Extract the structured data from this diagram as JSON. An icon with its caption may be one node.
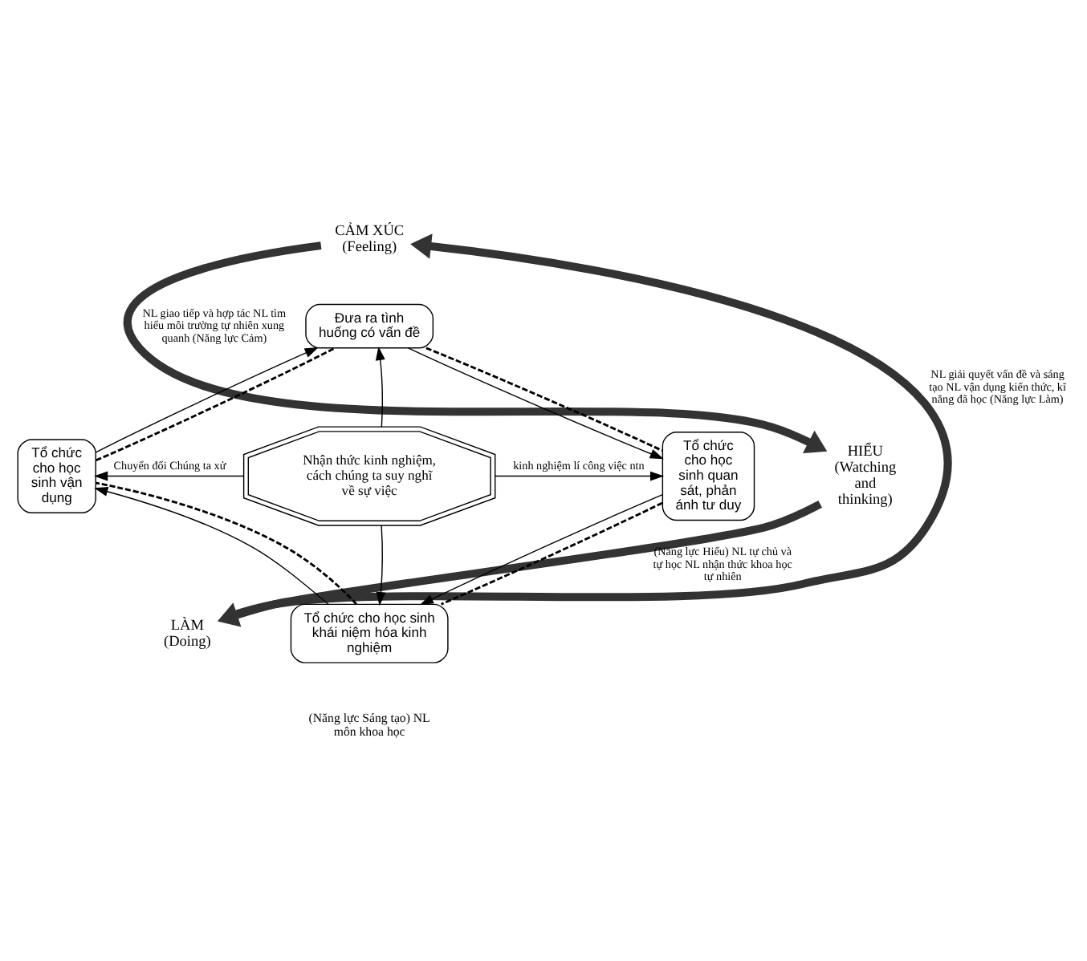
{
  "diagram": {
    "nodes": [
      {
        "text": [
          "CẢM XÚC",
          "(Feeling)"
        ]
      },
      {
        "text": [
          "HIỂU",
          "(Watching and thinking)"
        ]
      },
      {
        "text": [
          "LÀM",
          "(Doing)"
        ]
      },
      {
        "text": [
          "Đưa ra tình huống có vấn đề"
        ]
      },
      {
        "text": [
          "Tổ chức cho học sinh quan sát, phản ánh tư duy"
        ]
      },
      {
        "text": [
          "Tổ chức cho học sinh khái niệm hóa kinh nghiệm"
        ]
      },
      {
        "text": [
          "Tổ chức cho học sinh vận dụng"
        ]
      },
      {
        "text": [
          "Nhận thức kinh nghiệm, cách chúng ta suy nghĩ về sự việc"
        ]
      }
    ],
    "edges": [
      {
        "from": 2,
        "to": 0,
        "arrow": "to",
        "style": "thick",
        "label": "NL giải quyết vấn đề và sáng tạo NL vận dụng kiến thức, kĩ năng đã học (Năng lực Làm)"
      },
      {
        "from": 0,
        "to": 1,
        "arrow": "to",
        "style": "thick",
        "label": "NL giao tiếp và hợp tác NL tìm hiểu môi trường tự nhiên xung quanh (Năng lực Cảm)"
      },
      {
        "from": 1,
        "to": 2,
        "arrow": "to",
        "style": "thick",
        "label": "(Năng lực Hiểu) NL tự chủ và tự học NL nhận thức khoa học tự nhiên"
      },
      {
        "from": 6,
        "to": 3,
        "arrow": "to"
      },
      {
        "from": 3,
        "to": 4,
        "arrow": "to"
      },
      {
        "from": 4,
        "to": 5,
        "arrow": "to"
      },
      {
        "from": 5,
        "to": 6,
        "arrow": "to"
      },
      {
        "from": 6,
        "to": 3,
        "arrow": "none",
        "style": "dashed"
      },
      {
        "from": 3,
        "to": 4,
        "arrow": "none",
        "style": "dashed"
      },
      {
        "from": 4,
        "to": 5,
        "arrow": "none",
        "style": "dashed"
      },
      {
        "from": 5,
        "to": 6,
        "arrow": "none",
        "style": "dashed"
      },
      {
        "from": 7,
        "to": 3,
        "arrow": "to"
      },
      {
        "from": 7,
        "to": 5,
        "arrow": "to"
      },
      {
        "from": 7,
        "to": 6,
        "arrow": "to",
        "label": "Chuyển đổi Chúng ta xử"
      },
      {
        "from": 7,
        "to": 4,
        "arrow": "to",
        "label": "kinh nghiệm lí công việc ntn"
      }
    ],
    "labels": [
      "(Năng lực Sáng tạo) NL môn khoa học"
    ]
  }
}
